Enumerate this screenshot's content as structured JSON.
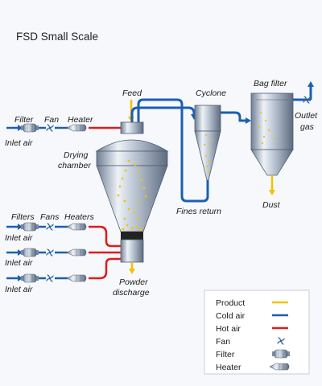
{
  "title": "FSD Small Scale",
  "labels": {
    "feed": "Feed",
    "cyclone": "Cyclone",
    "bag_filter": "Bag filter",
    "outlet": "Outlet",
    "gas": "gas",
    "filter": "Filter",
    "fan": "Fan",
    "heater": "Heater",
    "inlet_air_top": "Inlet air",
    "drying": "Drying",
    "chamber": "chamber",
    "fines_return": "Fines return",
    "dust": "Dust",
    "filters": "Filters",
    "fans": "Fans",
    "heaters": "Heaters",
    "inlet_air_1": "Inlet air",
    "inlet_air_2": "Inlet air",
    "inlet_air_3": "Inlet air",
    "powder": "Powder",
    "discharge": "discharge"
  },
  "legend": [
    {
      "label": "Product",
      "icon": "yellow-line",
      "color": "#f2c200"
    },
    {
      "label": "Cold air",
      "icon": "blue-line",
      "color": "#1a5fb4"
    },
    {
      "label": "Hot air",
      "icon": "red-line",
      "color": "#e01b1b"
    },
    {
      "label": "Fan",
      "icon": "fan-icon",
      "color": "#3b6fa8"
    },
    {
      "label": "Filter",
      "icon": "filter-icon",
      "color": "#8a9bb0"
    },
    {
      "label": "Heater",
      "icon": "heater-icon",
      "color": "#8a9bb0"
    }
  ],
  "colors": {
    "product": "#f2c200",
    "cold_air": "#1a5fb4",
    "hot_air": "#e01b1b"
  }
}
